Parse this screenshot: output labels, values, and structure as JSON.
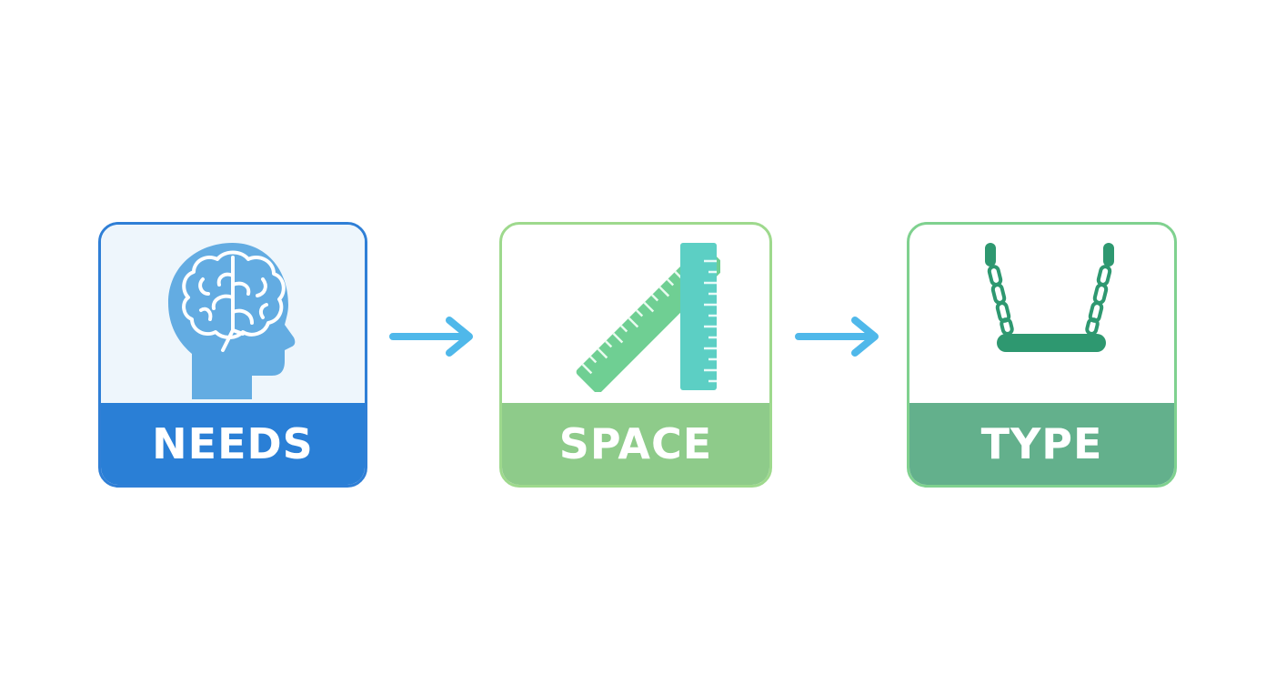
{
  "steps": [
    {
      "label": "NEEDS",
      "icon": "head-brain-icon",
      "color": "#2a7fd6"
    },
    {
      "label": "SPACE",
      "icon": "ruler-icon",
      "color": "#8ecb8a"
    },
    {
      "label": "TYPE",
      "icon": "swing-icon",
      "color": "#63b08c"
    }
  ],
  "connector_icon": "arrow-right-icon",
  "colors": {
    "arrow": "#4fb8ea",
    "needs_border": "#2f7fd6",
    "space_border": "#9ed98d",
    "type_border": "#7fd18f",
    "brain_head": "#63ace2",
    "ruler_left": "#6fcf93",
    "ruler_right": "#5ccfc4",
    "swing": "#2e9870"
  }
}
